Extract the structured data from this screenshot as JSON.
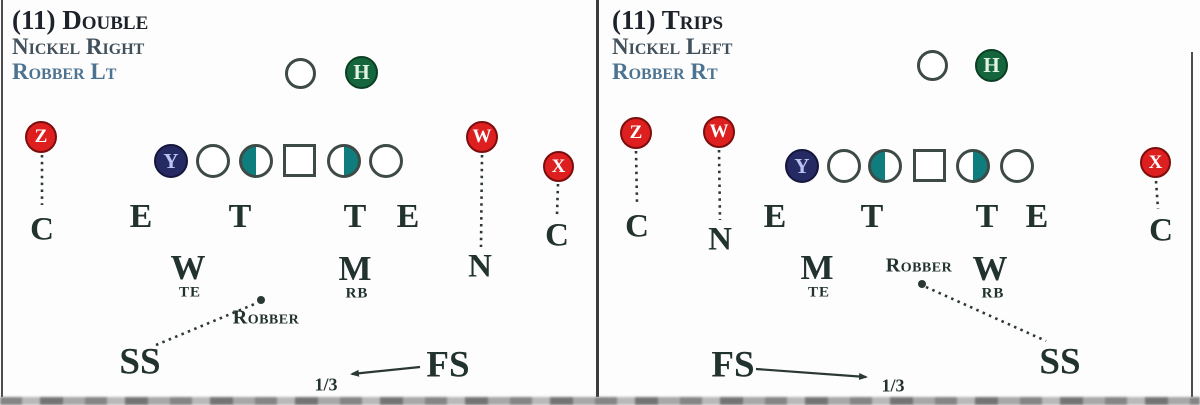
{
  "colors": {
    "red": "#dd1f1f",
    "green": "#15663c",
    "navy": "#262a63",
    "teal": "#0f7d7d",
    "ink": "#22332f",
    "line": "#2b3835",
    "title1": "#1e222b",
    "title2": "#41505a",
    "title3": "#4d7391",
    "strip": "#8f8f8f"
  },
  "panels": [
    {
      "title": [
        "(11) Double",
        "Nickel Right",
        "Robber Lt"
      ],
      "offense": {
        "h": "H",
        "y": "Y"
      },
      "receivers": {
        "z": "Z",
        "w": "W",
        "x": "X"
      },
      "defense": {
        "dl": [
          "E",
          "T",
          "T",
          "E"
        ],
        "lb1": "W",
        "lb1_sub": "TE",
        "lb2": "M",
        "lb2_sub": "RB",
        "nickel": "N",
        "corner_left": "C",
        "corner_right": "C",
        "ss": "SS",
        "fs": "FS",
        "robber": "Robber",
        "third": "1/3"
      }
    },
    {
      "title": [
        "(11) Trips",
        "Nickel Left",
        "Robber Rt"
      ],
      "offense": {
        "h": "H",
        "y": "Y"
      },
      "receivers": {
        "z": "Z",
        "w": "W",
        "x": "X"
      },
      "defense": {
        "dl": [
          "E",
          "T",
          "T",
          "E"
        ],
        "lb1": "M",
        "lb1_sub": "TE",
        "lb2": "W",
        "lb2_sub": "RB",
        "nickel": "N",
        "corner_left": "C",
        "corner_right": "C",
        "ss": "SS",
        "fs": "FS",
        "robber": "Robber",
        "third": "1/3"
      }
    }
  ]
}
